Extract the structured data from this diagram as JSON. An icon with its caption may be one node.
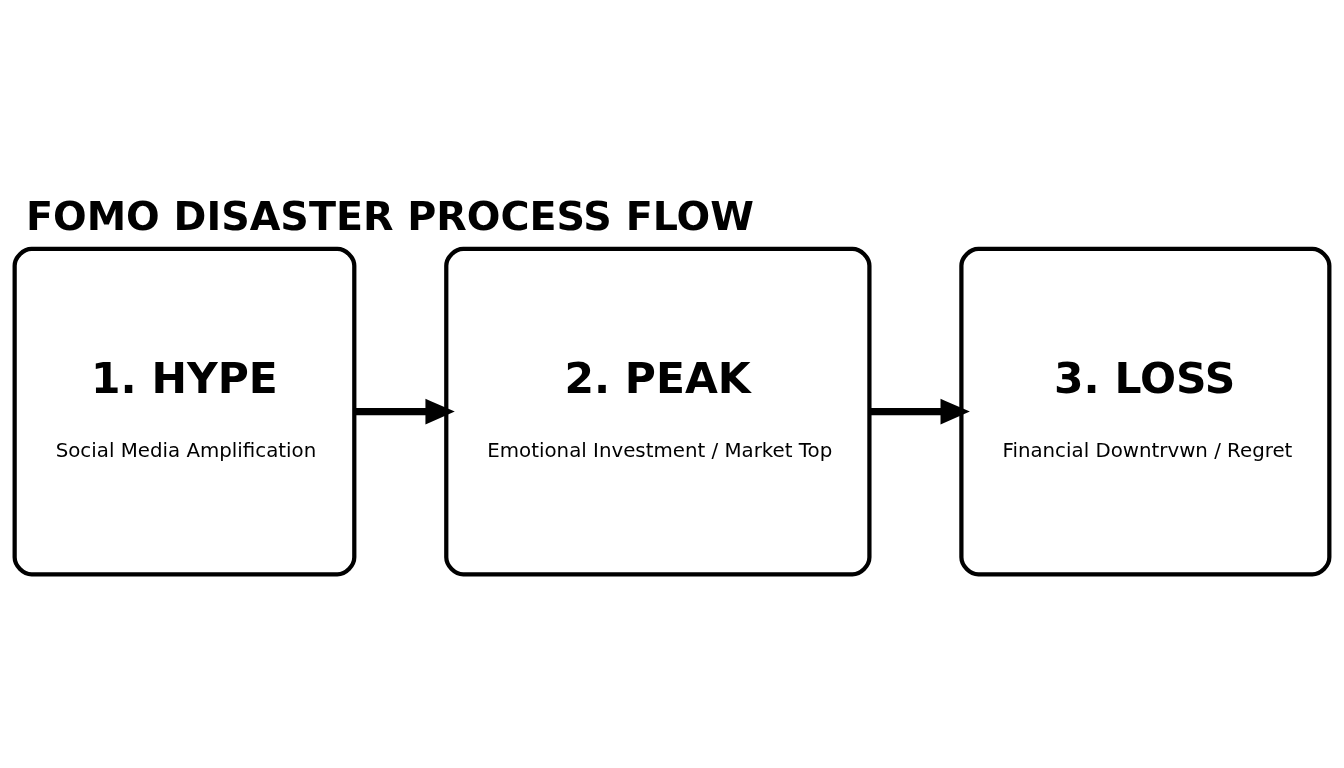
{
  "diagram": {
    "title": "FOMO DISASTER PROCESS FLOW",
    "nodes": [
      {
        "text": [
          "1. HYPE",
          "Social Media Amplification"
        ]
      },
      {
        "text": [
          "2. PEAK",
          "Emotional Investment / Market Top"
        ]
      },
      {
        "text": [
          "3. LOSS",
          "Financial Downtrvwn / Regret"
        ]
      }
    ],
    "edges": [
      {
        "from": 0,
        "to": 1,
        "arrow": "to"
      },
      {
        "from": 1,
        "to": 2,
        "arrow": "to"
      }
    ]
  }
}
